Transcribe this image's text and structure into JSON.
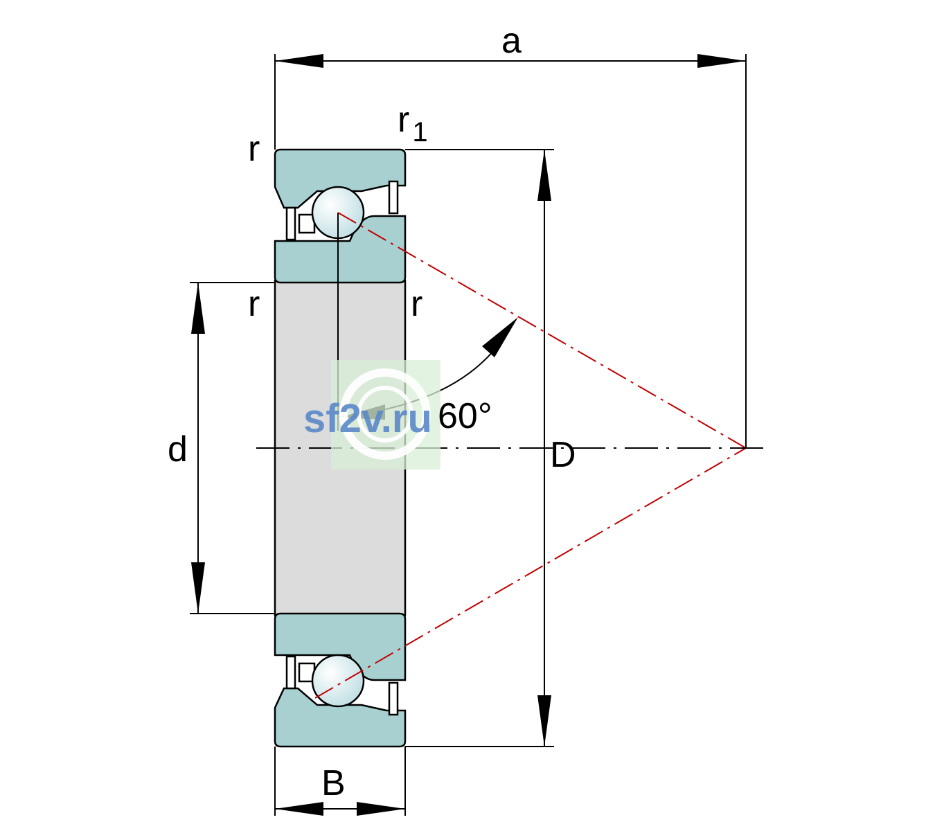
{
  "labels": {
    "a": "a",
    "r1_base": "r",
    "r1_sub": "1",
    "r_top_left": "r",
    "r_mid_left": "r",
    "r_mid_right": "r",
    "d": "d",
    "D": "D",
    "B": "B",
    "angle": "60°"
  },
  "watermark": {
    "text": "sf2v.ru"
  },
  "colors": {
    "line": "#000000",
    "ring": "#a8d0d0",
    "bore": "#dcdcdc",
    "ball": "#e4f2f4",
    "contact_line": "#c00000",
    "watermark_text": "#5b88c8",
    "watermark_bg": "#d8efd8"
  }
}
